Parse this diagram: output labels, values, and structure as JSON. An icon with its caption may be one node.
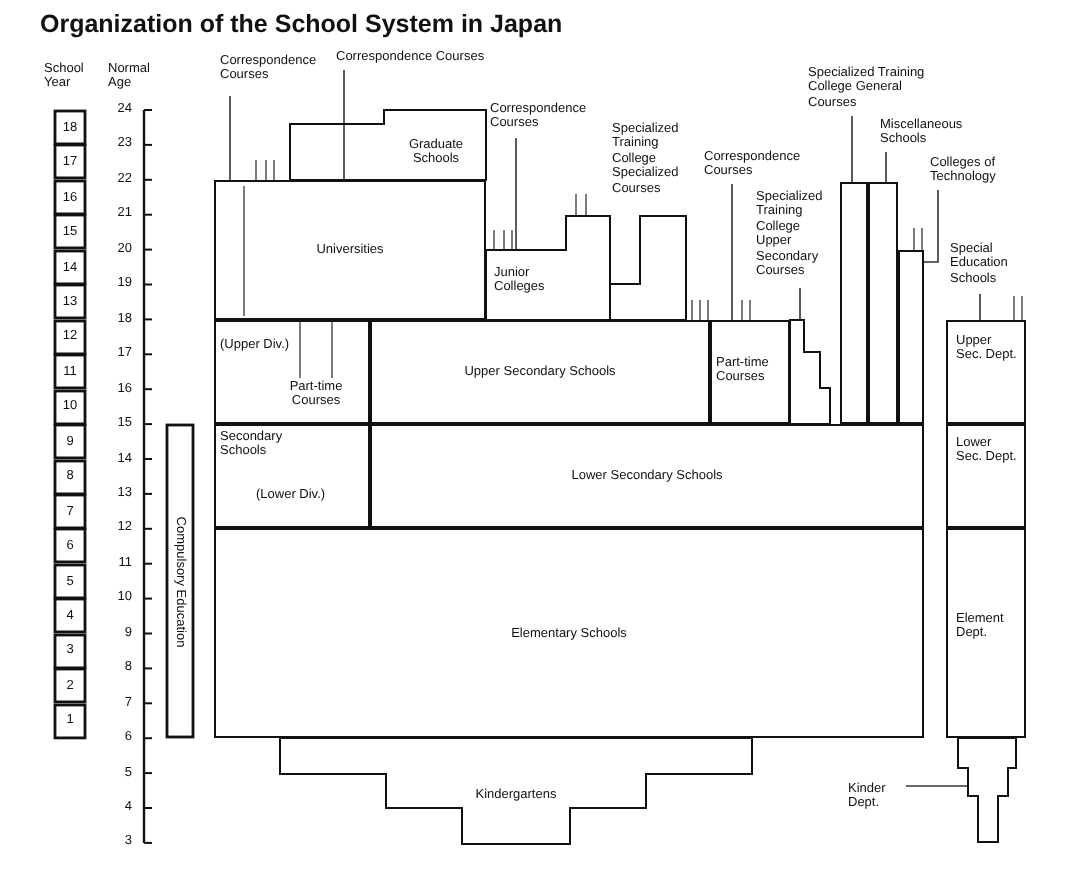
{
  "diagram": {
    "title": "Organization of the School System in Japan",
    "nodes": [
      {
        "text": [
          "18"
        ]
      },
      {
        "text": [
          "17"
        ]
      },
      {
        "text": [
          "16"
        ]
      },
      {
        "text": [
          "15"
        ]
      },
      {
        "text": [
          "14"
        ]
      },
      {
        "text": [
          "13"
        ]
      },
      {
        "text": [
          "12"
        ]
      },
      {
        "text": [
          "11"
        ]
      },
      {
        "text": [
          "10"
        ]
      },
      {
        "text": [
          "9"
        ]
      },
      {
        "text": [
          "8"
        ]
      },
      {
        "text": [
          "7"
        ]
      },
      {
        "text": [
          "6"
        ]
      },
      {
        "text": [
          "5"
        ]
      },
      {
        "text": [
          "4"
        ]
      },
      {
        "text": [
          "3"
        ]
      },
      {
        "text": [
          "2"
        ]
      },
      {
        "text": [
          "1"
        ]
      },
      {
        "text": [
          "Compulsory Education"
        ]
      },
      {
        "text": [
          "Correspondence Courses"
        ]
      },
      {
        "text": [
          "Correspondence Courses"
        ]
      },
      {
        "text": [
          "Graduate Schools"
        ]
      },
      {
        "text": [
          "Correspondence Courses"
        ]
      },
      {
        "text": [
          "Specialized Training College Specialized Courses"
        ]
      },
      {
        "text": [
          "Specialized Training College General Courses"
        ]
      },
      {
        "text": [
          "Miscellaneous Schools"
        ]
      },
      {
        "text": [
          "Colleges of Technology"
        ]
      },
      {
        "text": [
          "Correspondence Courses"
        ]
      },
      {
        "text": [
          "Specialized Training College Upper Secondary Courses"
        ]
      },
      {
        "text": [
          "Universities"
        ]
      },
      {
        "text": [
          "Junior Colleges"
        ]
      },
      {
        "text": [
          "Special Education Schools"
        ]
      },
      {
        "text": [
          "(Upper Div.)"
        ]
      },
      {
        "text": [
          "Part-time Courses"
        ],
        "in": 32
      },
      {
        "text": [
          "Upper Secondary Schools"
        ]
      },
      {
        "text": [
          "Part-time Courses"
        ]
      },
      {
        "text": [],
        "shape": "box"
      },
      {
        "text": [],
        "shape": "box"
      },
      {
        "text": [],
        "shape": "box"
      },
      {
        "text": [],
        "shape": "box"
      },
      {
        "text": [
          "Upper Sec. Dept."
        ]
      },
      {
        "text": [
          "Secondary Schools",
          "(Lower Div.)"
        ]
      },
      {
        "text": [
          "Lower Secondary Schools"
        ]
      },
      {
        "text": [
          "Lower Sec. Dept."
        ]
      },
      {
        "text": [
          "Elementary Schools"
        ]
      },
      {
        "text": [
          "Element Dept."
        ]
      },
      {
        "text": [
          "Kindergartens"
        ]
      },
      {
        "text": [
          "Kinder Dept."
        ]
      },
      {
        "text": [],
        "shape": "box"
      }
    ],
    "edges": [
      {
        "from": 19,
        "to": 29,
        "arrow": "none"
      },
      {
        "from": 20,
        "to": 29,
        "arrow": "none"
      },
      {
        "from": 22,
        "to": 30,
        "arrow": "none"
      },
      {
        "from": 27,
        "to": 35,
        "arrow": "none"
      },
      {
        "from": 28,
        "to": 36,
        "arrow": "none"
      },
      {
        "from": 24,
        "to": 37,
        "arrow": "none"
      },
      {
        "from": 25,
        "to": 38,
        "arrow": "none"
      },
      {
        "from": 26,
        "to": 39,
        "arrow": "none"
      },
      {
        "from": 31,
        "to": 40,
        "arrow": "none"
      },
      {
        "from": 47,
        "to": 48,
        "arrow": "none"
      }
    ],
    "labels": [
      "School Year",
      "Normal Age",
      "24",
      "23",
      "22",
      "21",
      "20",
      "19",
      "18",
      "17",
      "16",
      "15",
      "14",
      "13",
      "12",
      "11",
      "10",
      "9",
      "8",
      "7",
      "6",
      "5",
      "4",
      "3"
    ]
  }
}
